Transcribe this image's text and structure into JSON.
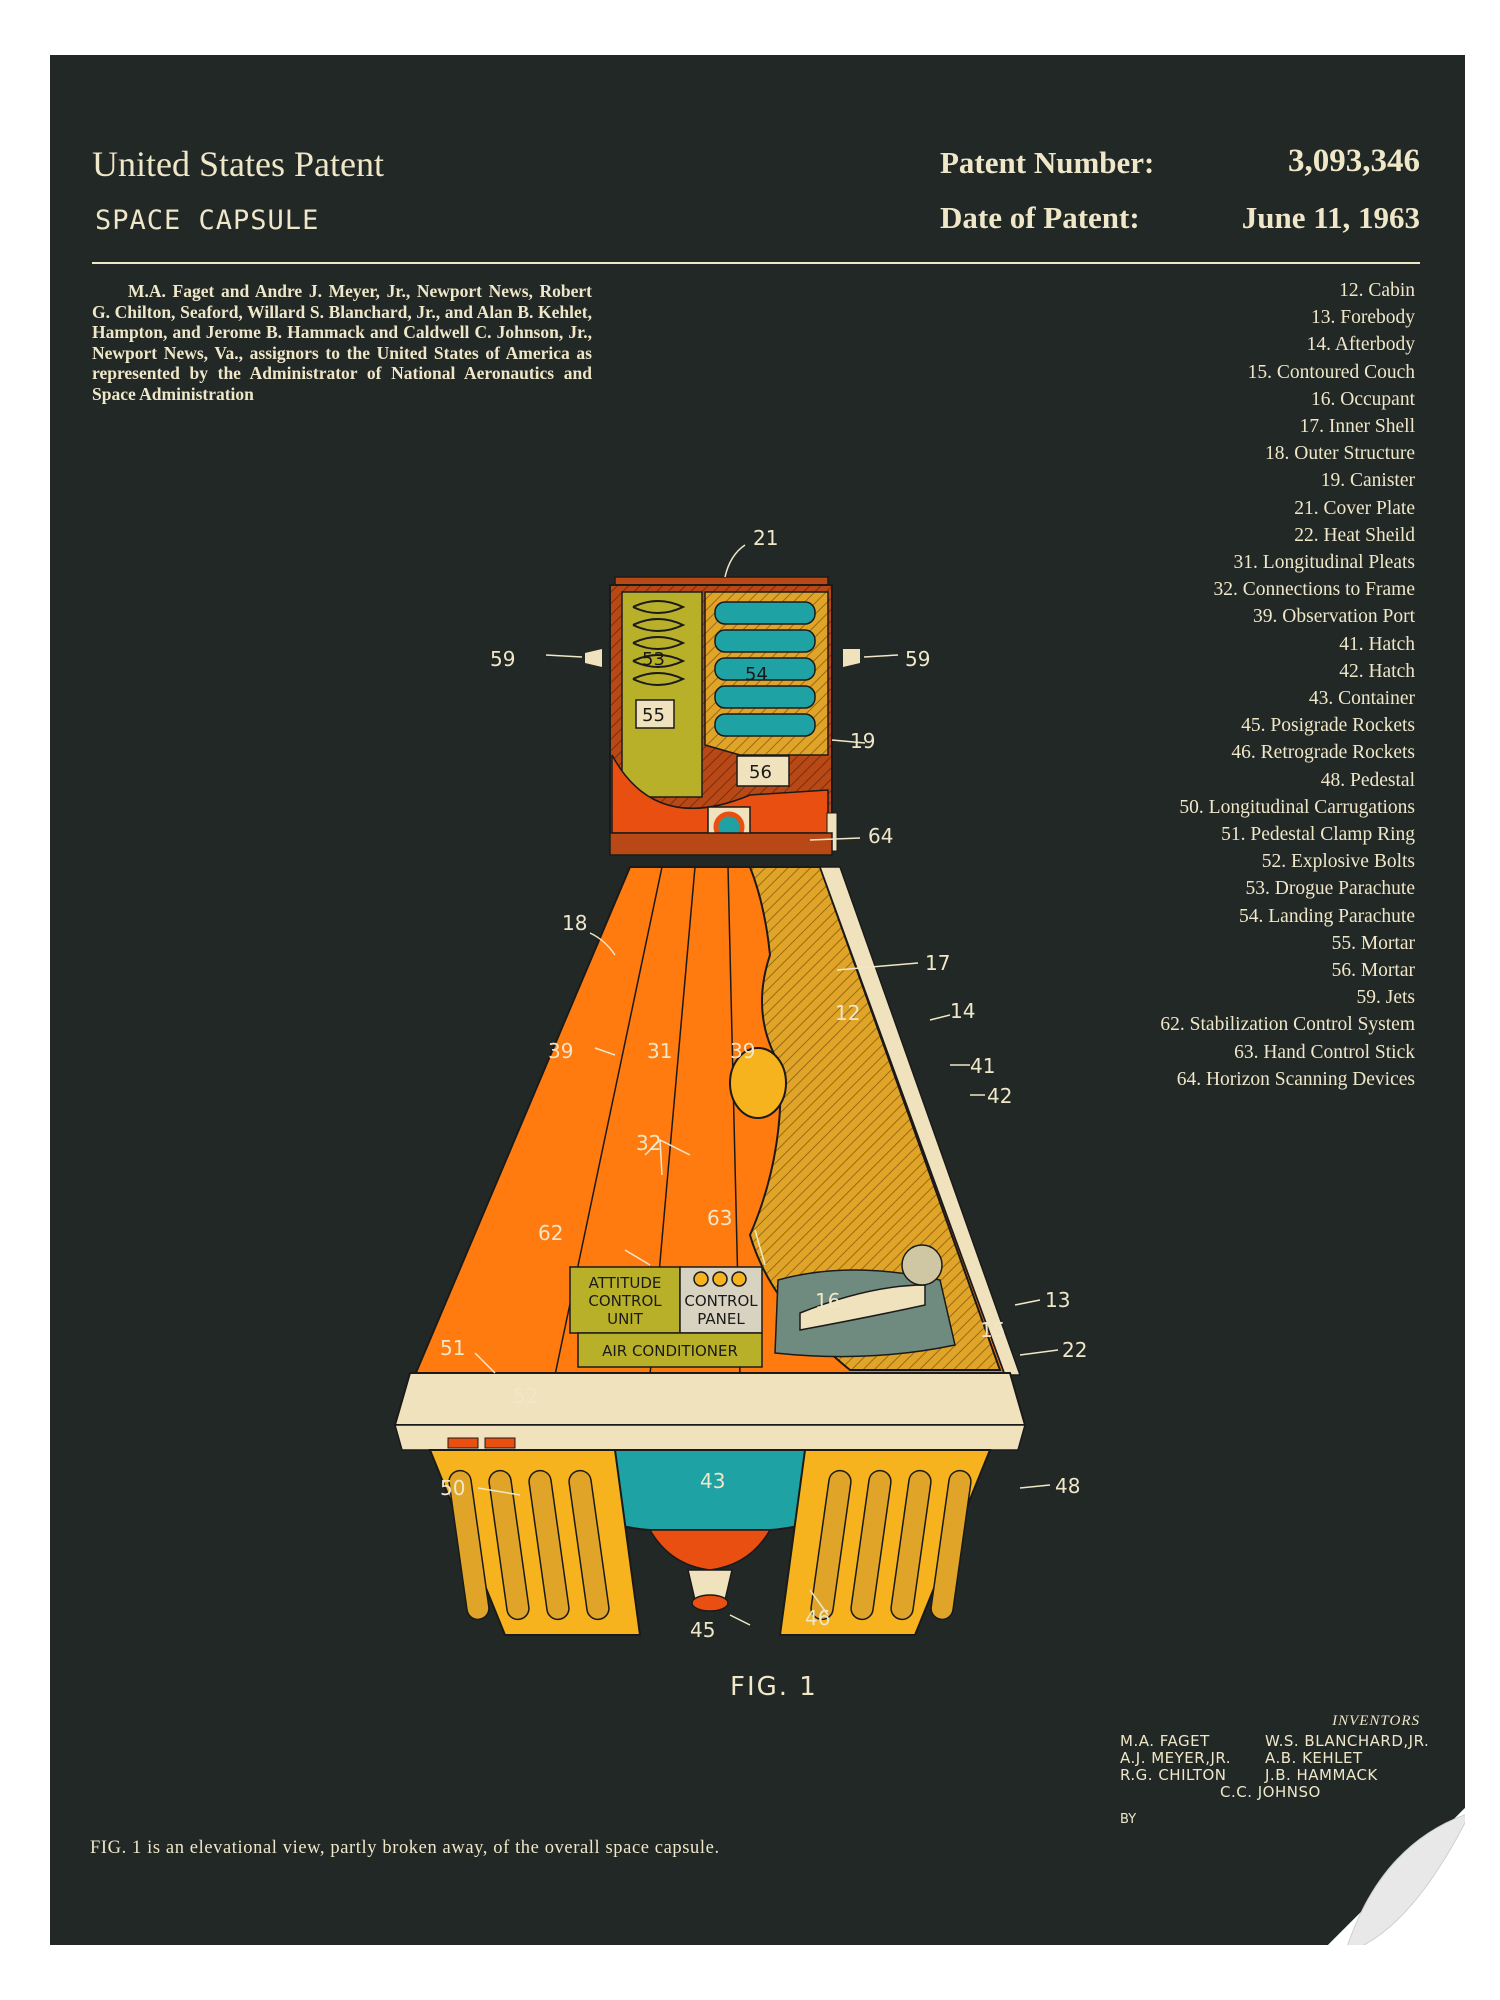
{
  "patent": {
    "title": "United States Patent",
    "subtitle": "SPACE CAPSULE",
    "number_label": "Patent Number:",
    "number_value": "3,093,346",
    "date_label": "Date of Patent:",
    "date_value": "June 11, 1963"
  },
  "assignors_text": "M.A. Faget and Andre J. Meyer, Jr., Newport News, Robert G. Chilton, Seaford, Willard S. Blanchard, Jr., and Alan B. Kehlet, Hampton, and Jerome B. Hammack and Caldwell C. Johnson, Jr., Newport News, Va., assignors to the United States of America as represented by the Administrator of National Aeronautics and Space Administration",
  "parts": [
    "12. Cabin",
    "13. Forebody",
    "14. Afterbody",
    "15. Contoured Couch",
    "16. Occupant",
    "17. Inner Shell",
    "18. Outer Structure",
    "19. Canister",
    "21. Cover Plate",
    "22. Heat Sheild",
    "31. Longitudinal Pleats",
    "32. Connections to Frame",
    "39. Observation Port",
    "41. Hatch",
    "42. Hatch",
    "43. Container",
    "45. Posigrade Rockets",
    "46. Retrograde Rockets",
    "48. Pedestal",
    "50. Longitudinal Carrugations",
    "51. Pedestal Clamp Ring",
    "52. Explosive Bolts",
    "53. Drogue Parachute",
    "54. Landing Parachute",
    "55. Mortar",
    "56. Mortar",
    "59. Jets",
    "62. Stabilization Control System",
    "63. Hand Control Stick",
    "64. Horizon Scanning Devices"
  ],
  "diagram": {
    "callouts": {
      "c21": "21",
      "c59a": "59",
      "c59b": "59",
      "c19": "19",
      "c64": "64",
      "c18": "18",
      "c17": "17",
      "c14": "14",
      "c41": "41",
      "c42": "42",
      "c39a": "39",
      "c31": "31",
      "c39b": "39",
      "c12": "12",
      "c32": "32",
      "c62": "62",
      "c63": "63",
      "c13": "13",
      "c16": "16",
      "c15": "15",
      "c22": "22",
      "c51": "51",
      "c52": "52",
      "c50": "50",
      "c48": "48",
      "c43": "43",
      "c45": "45",
      "c46": "46",
      "c53": "53",
      "c54": "54",
      "c55": "55",
      "c56": "56"
    },
    "box_labels": {
      "attitude_1": "ATTITUDE",
      "attitude_2": "CONTROL",
      "attitude_3": "UNIT",
      "panel_1": "CONTROL",
      "panel_2": "PANEL",
      "air": "AIR CONDITIONER"
    }
  },
  "fig_label": "FIG. 1",
  "caption": "FIG. 1 is an elevational view, partly broken away, of the overall space capsule.",
  "inventors": {
    "heading": "INVENTORS",
    "col1": [
      "M.A. FAGET",
      "A.J. MEYER,JR.",
      "R.G. CHILTON"
    ],
    "col2": [
      "W.S. BLANCHARD,JR.",
      "A.B. KEHLET",
      "J.B. HAMMACK"
    ],
    "extra": "C.C. JOHNSO",
    "by": "BY"
  },
  "colors": {
    "background": "#222826",
    "ink": "#efe7c8",
    "orange": "#ff7a0f",
    "red_orange": "#ea4f12",
    "rust": "#b84815",
    "mustard": "#e0a528",
    "yellow": "#f6b31d",
    "teal": "#1fa2a3",
    "olive": "#b9b02a",
    "cream": "#f0e2bd"
  }
}
